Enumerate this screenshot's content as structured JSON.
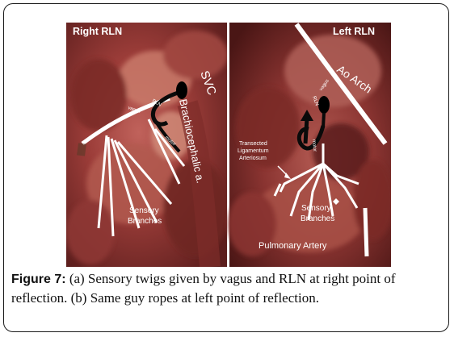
{
  "figure": {
    "panel_right": {
      "title": "Right RLN",
      "labels": {
        "svc": "SVC",
        "brachiocephalic": "Brachiocephalic a.",
        "vagus": "vagus",
        "rln": "RLN",
        "motor": "motor",
        "sensory_line1": "Sensory",
        "sensory_line2": "Branches"
      }
    },
    "panel_left": {
      "title": "Left RLN",
      "labels": {
        "ao_arch": "Ao Arch",
        "vagus": "vagus",
        "rln": "RLN",
        "motor": "motor",
        "transected_line1": "Transected",
        "transected_line2": "Ligamentum",
        "transected_line3": "Arteriosum",
        "sensory_line1": "Sensory",
        "sensory_line2": "Branches",
        "pulmonary": "Pulmonary Artery"
      }
    }
  },
  "caption": {
    "label": "Figure 7:",
    "text": " (a) Sensory twigs given by vagus and RLN at right point of reflection. (b) Same guy ropes at left point of reflection."
  }
}
